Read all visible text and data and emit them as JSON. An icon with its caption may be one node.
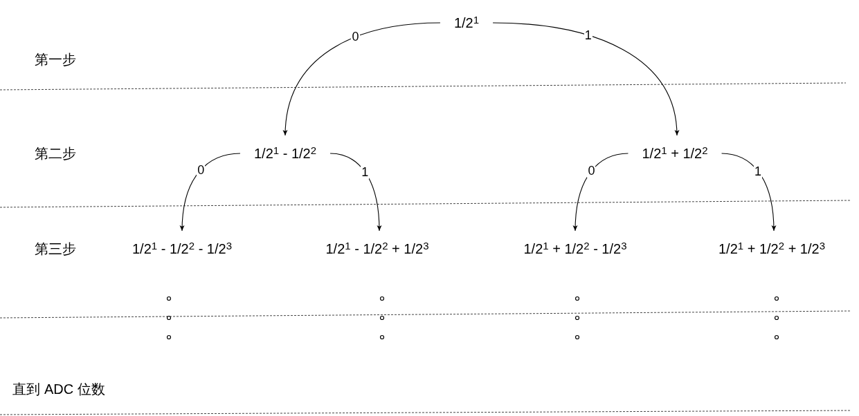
{
  "diagram": {
    "nodes": [
      {
        "text": [
          "1/2$^{1}$"
        ]
      },
      {
        "text": [
          "1/2$^{1}$ - 1/2$^{2}$"
        ]
      },
      {
        "text": [
          "1/2$^{1}$ + 1/2$^{2}$"
        ]
      },
      {
        "text": [
          "1/2$^{1}$ - 1/2$^{2}$ - 1/2$^{3}$"
        ]
      },
      {
        "text": [
          "1/2$^{1}$ - 1/2$^{2}$ + 1/2$^{3}$"
        ]
      },
      {
        "text": [
          "1/2$^{1}$ + 1/2$^{2}$ - 1/2$^{3}$"
        ]
      },
      {
        "text": [
          "1/2$^{1}$ + 1/2$^{2}$ + 1/2$^{3}$"
        ]
      }
    ],
    "edges": [
      {
        "from": 0,
        "to": 1,
        "arrow": "to",
        "label": "0"
      },
      {
        "from": 0,
        "to": 2,
        "arrow": "to",
        "label": "1"
      },
      {
        "from": 1,
        "to": 3,
        "arrow": "to",
        "label": "0"
      },
      {
        "from": 1,
        "to": 4,
        "arrow": "to",
        "label": "1"
      },
      {
        "from": 2,
        "to": 5,
        "arrow": "to",
        "label": "0"
      },
      {
        "from": 2,
        "to": 6,
        "arrow": "to",
        "label": "1"
      }
    ],
    "labels": [
      "第一步",
      "第二步",
      "第三步",
      "直到 ADC 位数"
    ]
  }
}
